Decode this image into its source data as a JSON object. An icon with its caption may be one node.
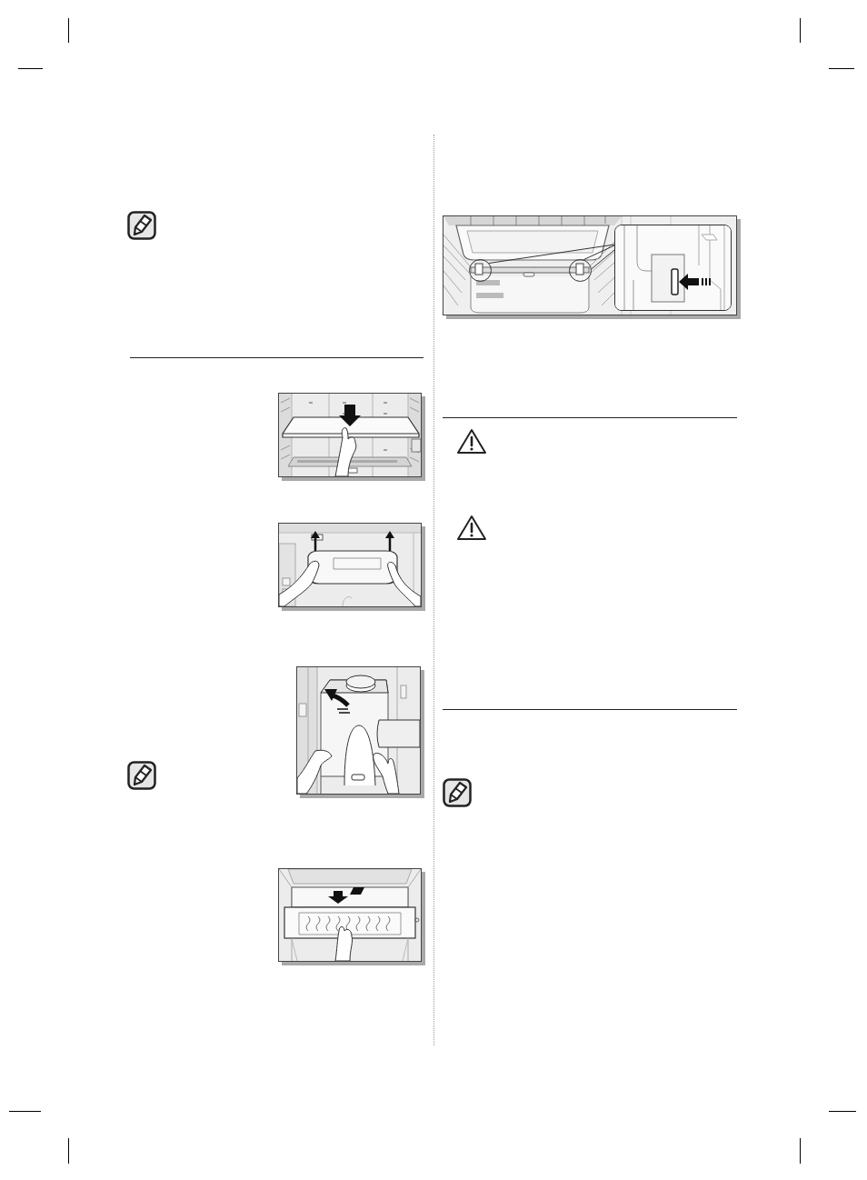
{
  "diagram": {
    "nodes": [
      {
        "text": [],
        "shape": "circle"
      },
      {
        "text": [],
        "shape": "circle"
      },
      {
        "text": [],
        "shape": "picture"
      }
    ],
    "edges": [
      {
        "from": 0,
        "to": 2,
        "arrow": "none"
      },
      {
        "from": 1,
        "to": 2,
        "arrow": "none"
      }
    ]
  }
}
